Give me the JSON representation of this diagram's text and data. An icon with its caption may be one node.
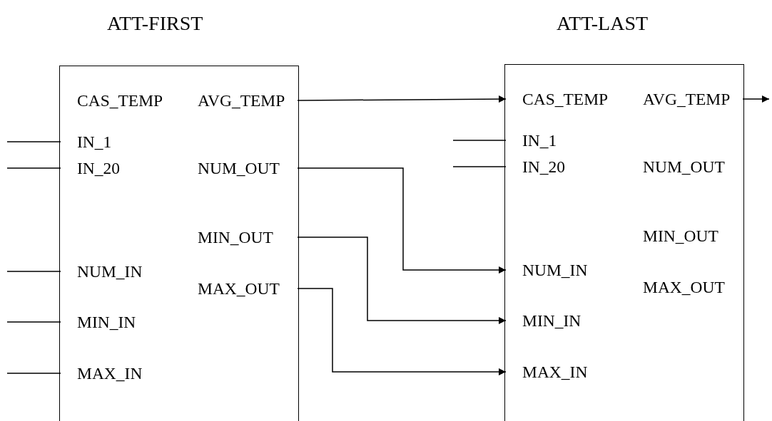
{
  "diagram": {
    "nodes": [
      {
        "text": [
          "ATT-FIRST"
        ]
      },
      {
        "text": [
          "CAS_TEMP"
        ],
        "in": 0
      },
      {
        "text": [
          "AVG_TEMP"
        ],
        "in": 0
      },
      {
        "text": [
          "IN_1"
        ],
        "in": 0
      },
      {
        "text": [
          "IN_20"
        ],
        "in": 0
      },
      {
        "text": [
          "NUM_OUT"
        ],
        "in": 0
      },
      {
        "text": [
          "MIN_OUT"
        ],
        "in": 0
      },
      {
        "text": [
          "NUM_IN"
        ],
        "in": 0
      },
      {
        "text": [
          "MAX_OUT"
        ],
        "in": 0
      },
      {
        "text": [
          "MIN_IN"
        ],
        "in": 0
      },
      {
        "text": [
          "MAX_IN"
        ],
        "in": 0
      },
      {
        "text": [
          "ATT-LAST"
        ]
      },
      {
        "text": [
          "CAS_TEMP"
        ],
        "in": 11
      },
      {
        "text": [
          "AVG_TEMP"
        ],
        "in": 11
      },
      {
        "text": [
          "IN_1"
        ],
        "in": 11
      },
      {
        "text": [
          "IN_20"
        ],
        "in": 11
      },
      {
        "text": [
          "NUM_OUT"
        ],
        "in": 11
      },
      {
        "text": [
          "MIN_OUT"
        ],
        "in": 11
      },
      {
        "text": [
          "NUM_IN"
        ],
        "in": 11
      },
      {
        "text": [
          "MAX_OUT"
        ],
        "in": 11
      },
      {
        "text": [
          "MIN_IN"
        ],
        "in": 11
      },
      {
        "text": [
          "MAX_IN"
        ],
        "in": 11
      }
    ],
    "edges": [
      {
        "from": null,
        "to": 3,
        "arrow": "none"
      },
      {
        "from": null,
        "to": 4,
        "arrow": "none"
      },
      {
        "from": null,
        "to": 7,
        "arrow": "none"
      },
      {
        "from": null,
        "to": 9,
        "arrow": "none"
      },
      {
        "from": null,
        "to": 10,
        "arrow": "none"
      },
      {
        "from": 2,
        "to": 12,
        "arrow": "to"
      },
      {
        "from": null,
        "to": 14,
        "arrow": "none"
      },
      {
        "from": null,
        "to": 15,
        "arrow": "none"
      },
      {
        "from": 5,
        "to": 18,
        "arrow": "to"
      },
      {
        "from": 6,
        "to": 20,
        "arrow": "to"
      },
      {
        "from": 8,
        "to": 21,
        "arrow": "to"
      },
      {
        "from": 13,
        "to": null,
        "arrow": "to"
      }
    ]
  }
}
